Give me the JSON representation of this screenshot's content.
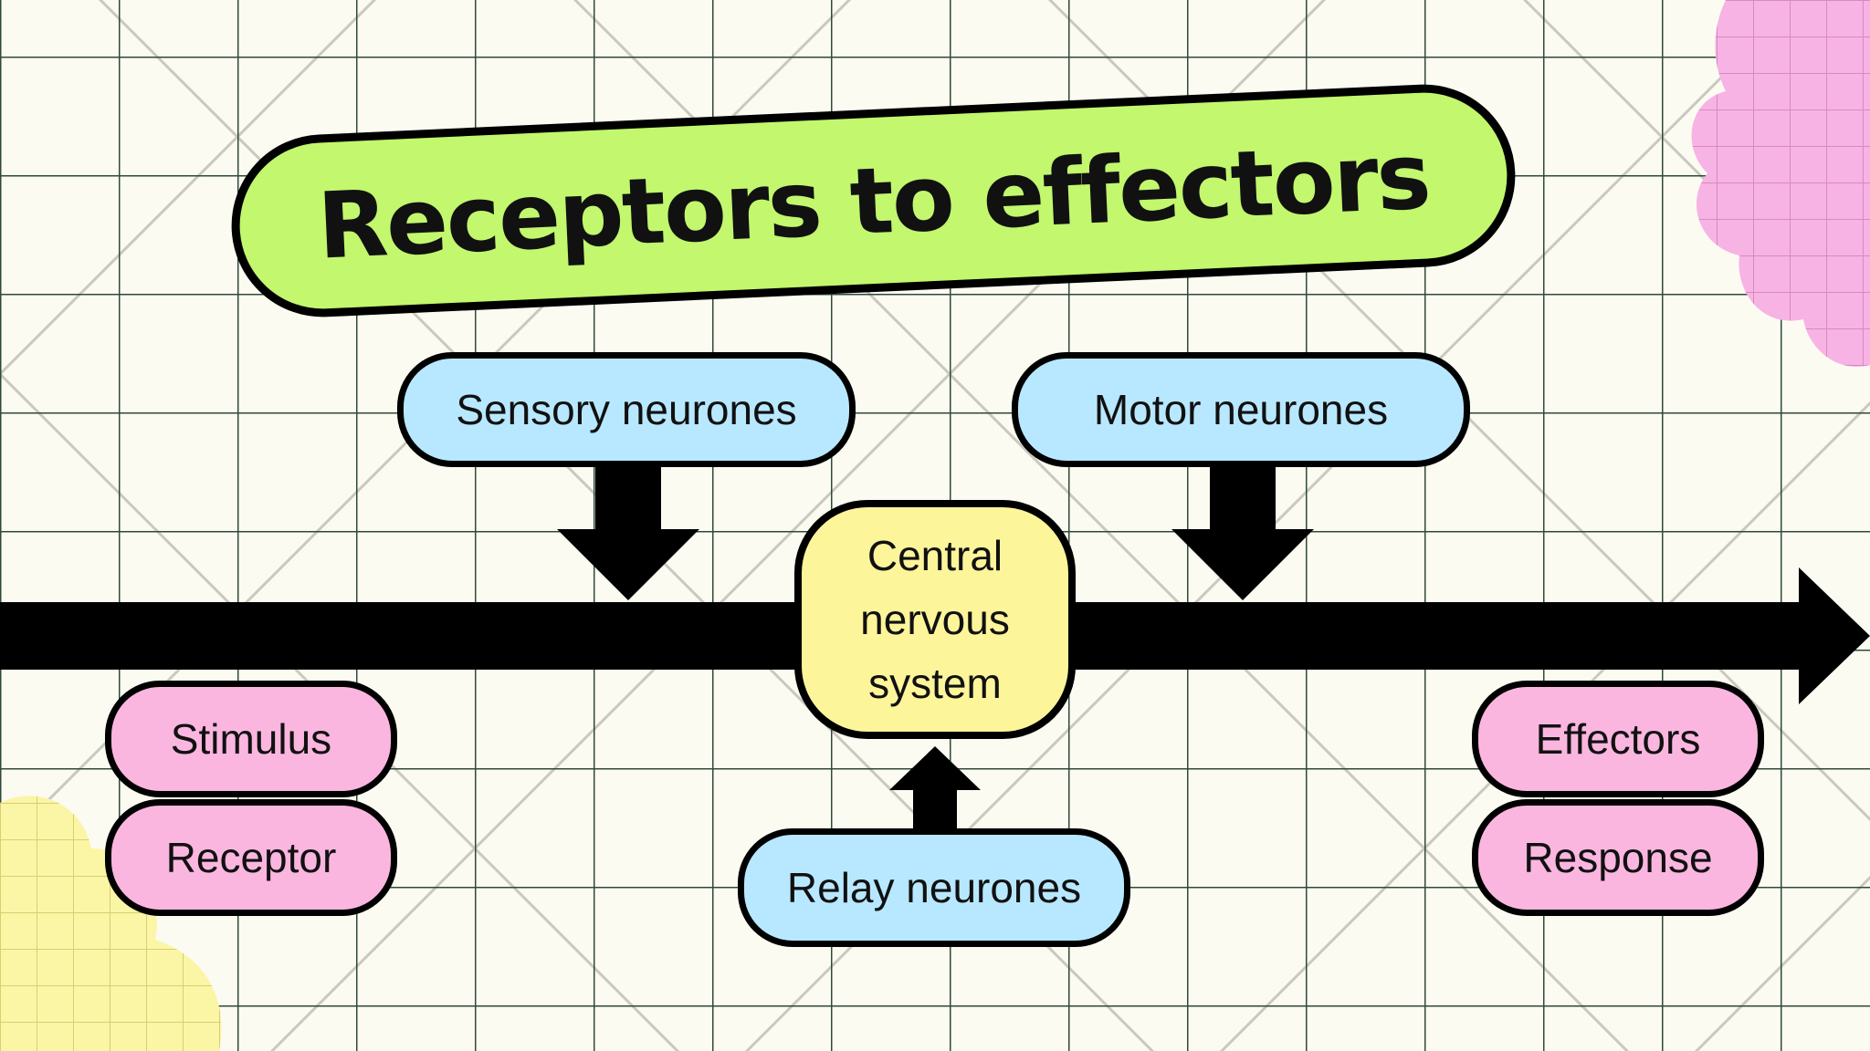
{
  "title": "Receptors to effectors",
  "labels": {
    "sensory": "Sensory neurones",
    "motor": "Motor neurones",
    "cns_line1": "Central",
    "cns_line2": "nervous",
    "cns_line3": "system",
    "relay": "Relay neurones",
    "stimulus": "Stimulus",
    "receptor": "Receptor",
    "effectors": "Effectors",
    "response": "Response"
  },
  "colors": {
    "background": "#fbfbf2",
    "grid": "#2f4a3a",
    "title_fill": "#c2f76e",
    "blue_pill": "#b8e8ff",
    "pink_pill": "#fbb6e0",
    "cns_fill": "#fdf59a",
    "pink_blob": "#f7b3e4",
    "yellow_blob": "#fbf5a6",
    "arrow": "#000000"
  }
}
